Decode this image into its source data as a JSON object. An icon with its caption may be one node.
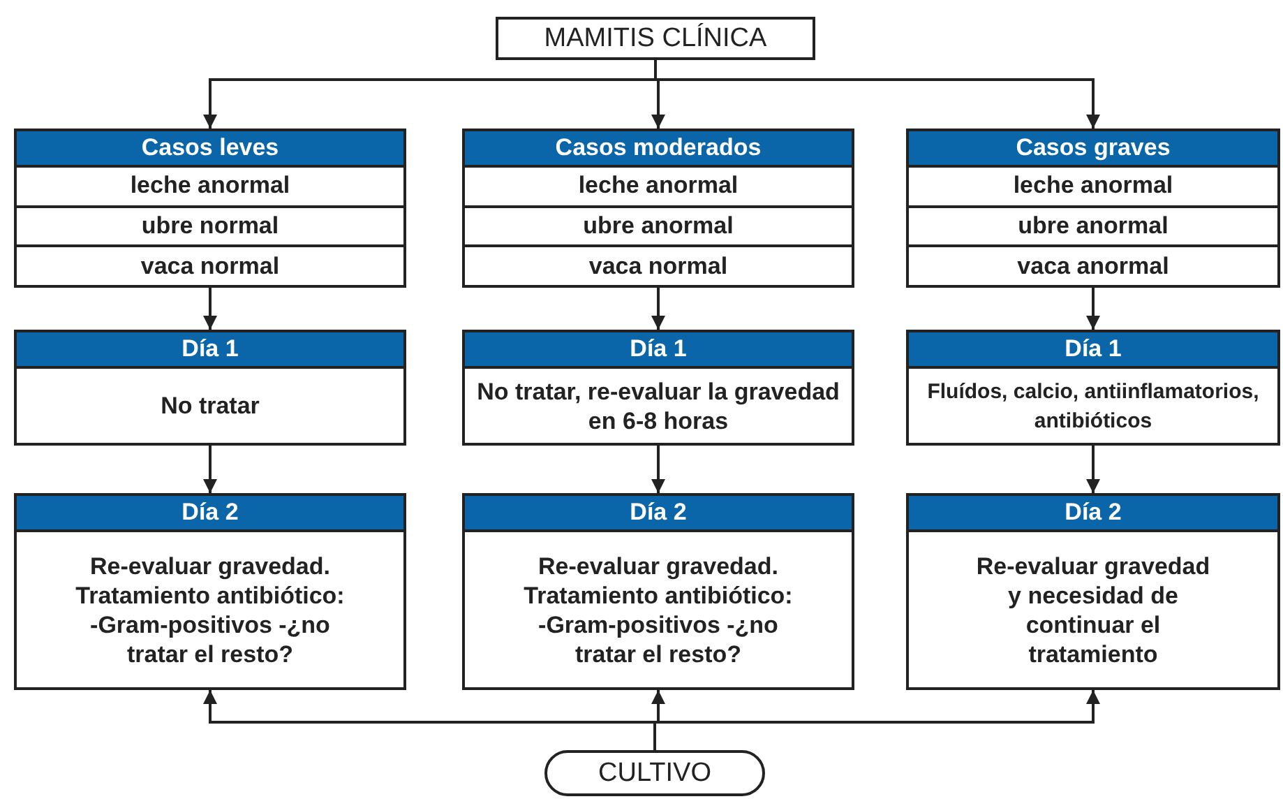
{
  "diagram": {
    "nodes": [
      {
        "text": [
          "MAMITIS CLÍNICA"
        ]
      },
      {
        "text": [
          "Casos leves",
          "leche anormal",
          "ubre normal",
          "vaca normal"
        ]
      },
      {
        "text": [
          "Casos moderados",
          "leche anormal",
          "ubre anormal",
          "vaca normal"
        ]
      },
      {
        "text": [
          "Casos graves",
          "leche anormal",
          "ubre anormal",
          "vaca anormal"
        ]
      },
      {
        "text": [
          "Día 1",
          "No tratar"
        ]
      },
      {
        "text": [
          "Día 1",
          "No tratar, re-evaluar la gravedad en 6-8 horas"
        ]
      },
      {
        "text": [
          "Día 1",
          "Fluídos, calcio, antiinflamatorios, antibióticos"
        ]
      },
      {
        "text": [
          "Día 2",
          "Re-evaluar gravedad. Tratamiento antibiótico: -Gram-positivos -¿no tratar el resto?"
        ]
      },
      {
        "text": [
          "Día 2",
          "Re-evaluar gravedad. Tratamiento antibiótico: -Gram-positivos -¿no tratar el resto?"
        ]
      },
      {
        "text": [
          "Día 2",
          "Re-evaluar gravedad y necesidad de continuar el tratamiento"
        ]
      },
      {
        "text": [
          "CULTIVO"
        ]
      }
    ],
    "edges": [
      {
        "from": 0,
        "to": 1,
        "arrow": "to"
      },
      {
        "from": 0,
        "to": 2,
        "arrow": "to"
      },
      {
        "from": 0,
        "to": 3,
        "arrow": "to"
      },
      {
        "from": 1,
        "to": 4,
        "arrow": "to"
      },
      {
        "from": 2,
        "to": 5,
        "arrow": "to"
      },
      {
        "from": 3,
        "to": 6,
        "arrow": "to"
      },
      {
        "from": 4,
        "to": 7,
        "arrow": "to"
      },
      {
        "from": 5,
        "to": 8,
        "arrow": "to"
      },
      {
        "from": 6,
        "to": 9,
        "arrow": "to"
      },
      {
        "from": 10,
        "to": 7,
        "arrow": "to"
      },
      {
        "from": 10,
        "to": 8,
        "arrow": "to"
      },
      {
        "from": 10,
        "to": 9,
        "arrow": "to"
      }
    ]
  }
}
